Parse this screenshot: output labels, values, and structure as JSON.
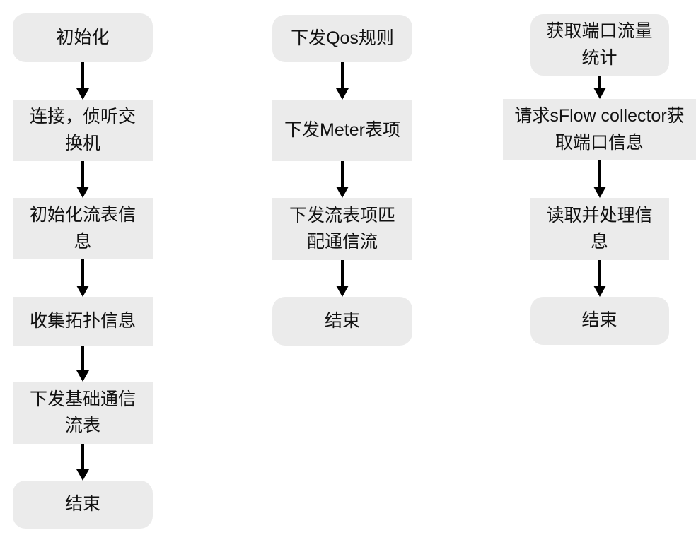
{
  "flowchart": {
    "colors": {
      "background": "#ffffff",
      "node_fill": "#ebebeb",
      "arrow": "#000000",
      "text": "#111111"
    },
    "columns": [
      {
        "nodes": [
          {
            "label": "初始化",
            "type": "terminal"
          },
          {
            "label": "连接，侦听交换机",
            "type": "process"
          },
          {
            "label": "初始化流表信息",
            "type": "process"
          },
          {
            "label": "收集拓扑信息",
            "type": "process"
          },
          {
            "label": "下发基础通信流表",
            "type": "process"
          },
          {
            "label": "结束",
            "type": "terminal"
          }
        ]
      },
      {
        "nodes": [
          {
            "label": "下发Qos规则",
            "type": "terminal"
          },
          {
            "label": "下发Meter表项",
            "type": "process"
          },
          {
            "label": "下发流表项匹配通信流",
            "type": "process"
          },
          {
            "label": "结束",
            "type": "terminal"
          }
        ]
      },
      {
        "nodes": [
          {
            "label": "获取端口流量统计",
            "type": "terminal"
          },
          {
            "label": "请求sFlow collector获取端口信息",
            "type": "process"
          },
          {
            "label": "读取并处理信息",
            "type": "process"
          },
          {
            "label": "结束",
            "type": "terminal"
          }
        ]
      }
    ]
  }
}
